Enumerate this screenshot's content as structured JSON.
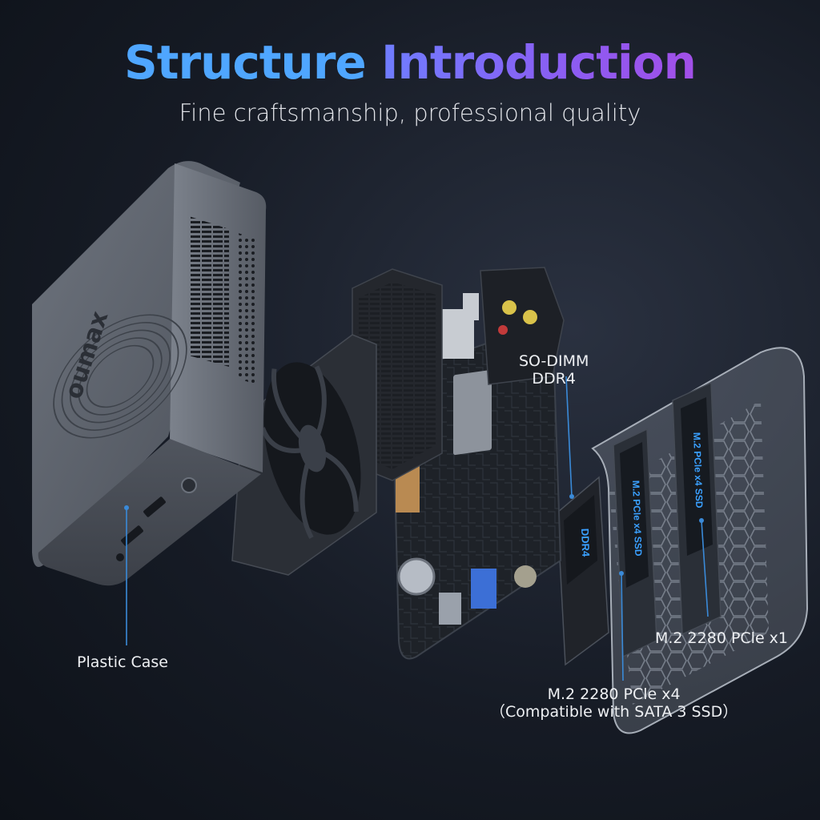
{
  "header": {
    "title_part1": "Structure",
    "title_part2": "Introduction",
    "subtitle": "Fine craftsmanship, professional quality"
  },
  "product": {
    "brand_mark": "oumax"
  },
  "callouts": {
    "case": "Plastic Case",
    "ram_line1": "SO-DIMM",
    "ram_line2": "DDR4",
    "ssd_x1": "M.2 2280 PCle x1",
    "ssd_x4_line1": "M.2 2280 PCle x4",
    "ssd_x4_line2": "（Compatible with SATA 3 SSD）"
  },
  "component_labels": {
    "ram_module": "DDR4",
    "ssd_a": "M.2 PCle x4 SSD",
    "ssd_b": "M.2 PCle x4 SSD"
  },
  "colors": {
    "title_blue": "#4fa6ff",
    "title_purple": "#8c5cf2",
    "callout_line": "#3a8ad8",
    "case_gray": "#5d636d"
  }
}
